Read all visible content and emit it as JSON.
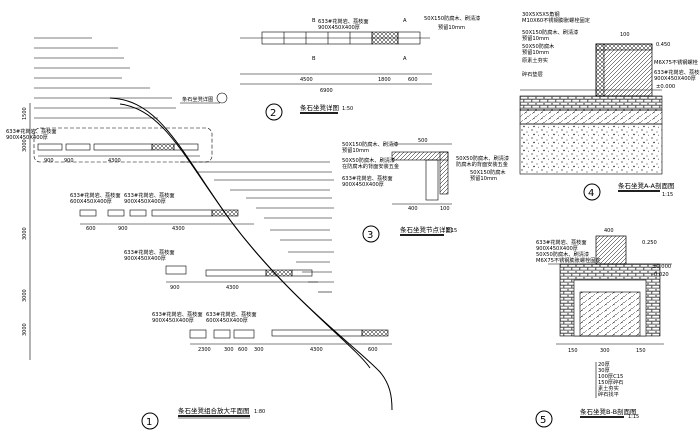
{
  "views": {
    "plan": {
      "number": "1",
      "caption": "条石坐凳组合放大平面图",
      "scale": "1:80",
      "labels": {
        "a": "633#花岗岩、荔枝面",
        "a_size": "900X450X400厚",
        "b": "633#花岗岩、荔枝面",
        "b_size": "600X450X400厚",
        "c": "633#花岗岩、荔枝面",
        "c_size": "900X450X400厚",
        "d": "633#花岗岩、荔枝面",
        "d_size": "900X450X400厚",
        "e": "633#花岗岩、荔枝面",
        "e_size": "900X450X400厚",
        "f": "633#花岗岩、荔枝面",
        "f_size": "600X450X400厚",
        "ref": "条石坐凳详图"
      },
      "dims": {
        "r1a": "900",
        "r1b": "900",
        "r1c": "4300",
        "r2a": "600",
        "r2b": "900",
        "r2c": "4300",
        "r3a": "900",
        "r3b": "4300",
        "r4a": "2300",
        "r4b": "300",
        "r4c": "600",
        "r4d": "300",
        "r4e": "4300",
        "r4f": "600",
        "v1": "3000",
        "v2": "3000",
        "v3": "3000",
        "v4": "3000",
        "v5": "1500"
      }
    },
    "elevation": {
      "number": "2",
      "caption": "条石坐凳详图",
      "scale": "1:50",
      "labels": {
        "stone": "633#花岗岩、荔枝面",
        "stone_size": "900X450X400厚",
        "wood": "50X150防腐木、刷清漆",
        "wood2": "预留10mm"
      },
      "section_marks": [
        "B",
        "B",
        "A",
        "A"
      ],
      "dims": {
        "d1": "4500",
        "d2": "1800",
        "d3": "600",
        "total": "6900"
      }
    },
    "detail": {
      "number": "3",
      "caption": "条石坐凳节点详图",
      "scale": "1:15",
      "labels": {
        "l1": "50X150防腐木、刷清漆",
        "l1b": "预留10mm",
        "l2": "50X50防腐木、刷清漆",
        "l2b": "在防腐木的背面安装五金",
        "l3": "633#花岗岩、荔枝面",
        "l3b": "900X450X400厚",
        "r1": "50X50防腐木、刷清漆",
        "r1b": "防腐木的背面安装五金",
        "r2": "50X150防腐木",
        "r2b": "预留10mm"
      },
      "dims": {
        "top": "500",
        "left": "400",
        "right": "100"
      }
    },
    "section_a": {
      "number": "4",
      "caption": "条石坐凳A-A剖面图",
      "scale": "1:15",
      "labels": {
        "l1": "30X5X5X5角钢",
        "l2": "M10X60不锈钢膨胀螺栓固定",
        "l3": "50X150防腐木、刷清漆",
        "l4": "预留10mm",
        "l5": "50X50防腐木",
        "l6": "预留10mm",
        "l7": "原素土夯实",
        "l8": "碎石垫层",
        "r1": "M6X75不锈钢螺栓",
        "r2": "633#花岗岩、荔枝面",
        "r3": "900X450X400厚",
        "r4": "±0.000"
      },
      "dims": {
        "top": "100",
        "lvl": "0.450"
      }
    },
    "section_b": {
      "number": "5",
      "caption": "条石坐凳B-B剖面图",
      "scale": "1:15",
      "labels": {
        "l1": "633#花岗岩、荔枝面",
        "l2": "900X450X400厚",
        "l3": "50X50防腐木、刷清漆",
        "l4": "M6X75不锈钢膨胀螺栓固定",
        "r1": "0.250",
        "r2": "±0.000",
        "r3": "-0.020",
        "b1": "20厚",
        "b2": "30厚",
        "b3": "100厚C15",
        "b4": "150厚碎石",
        "b5": "素土夯实",
        "b6": "碎石找平"
      },
      "dims": {
        "top": "400",
        "a": "150",
        "b": "300",
        "c": "150"
      }
    }
  }
}
